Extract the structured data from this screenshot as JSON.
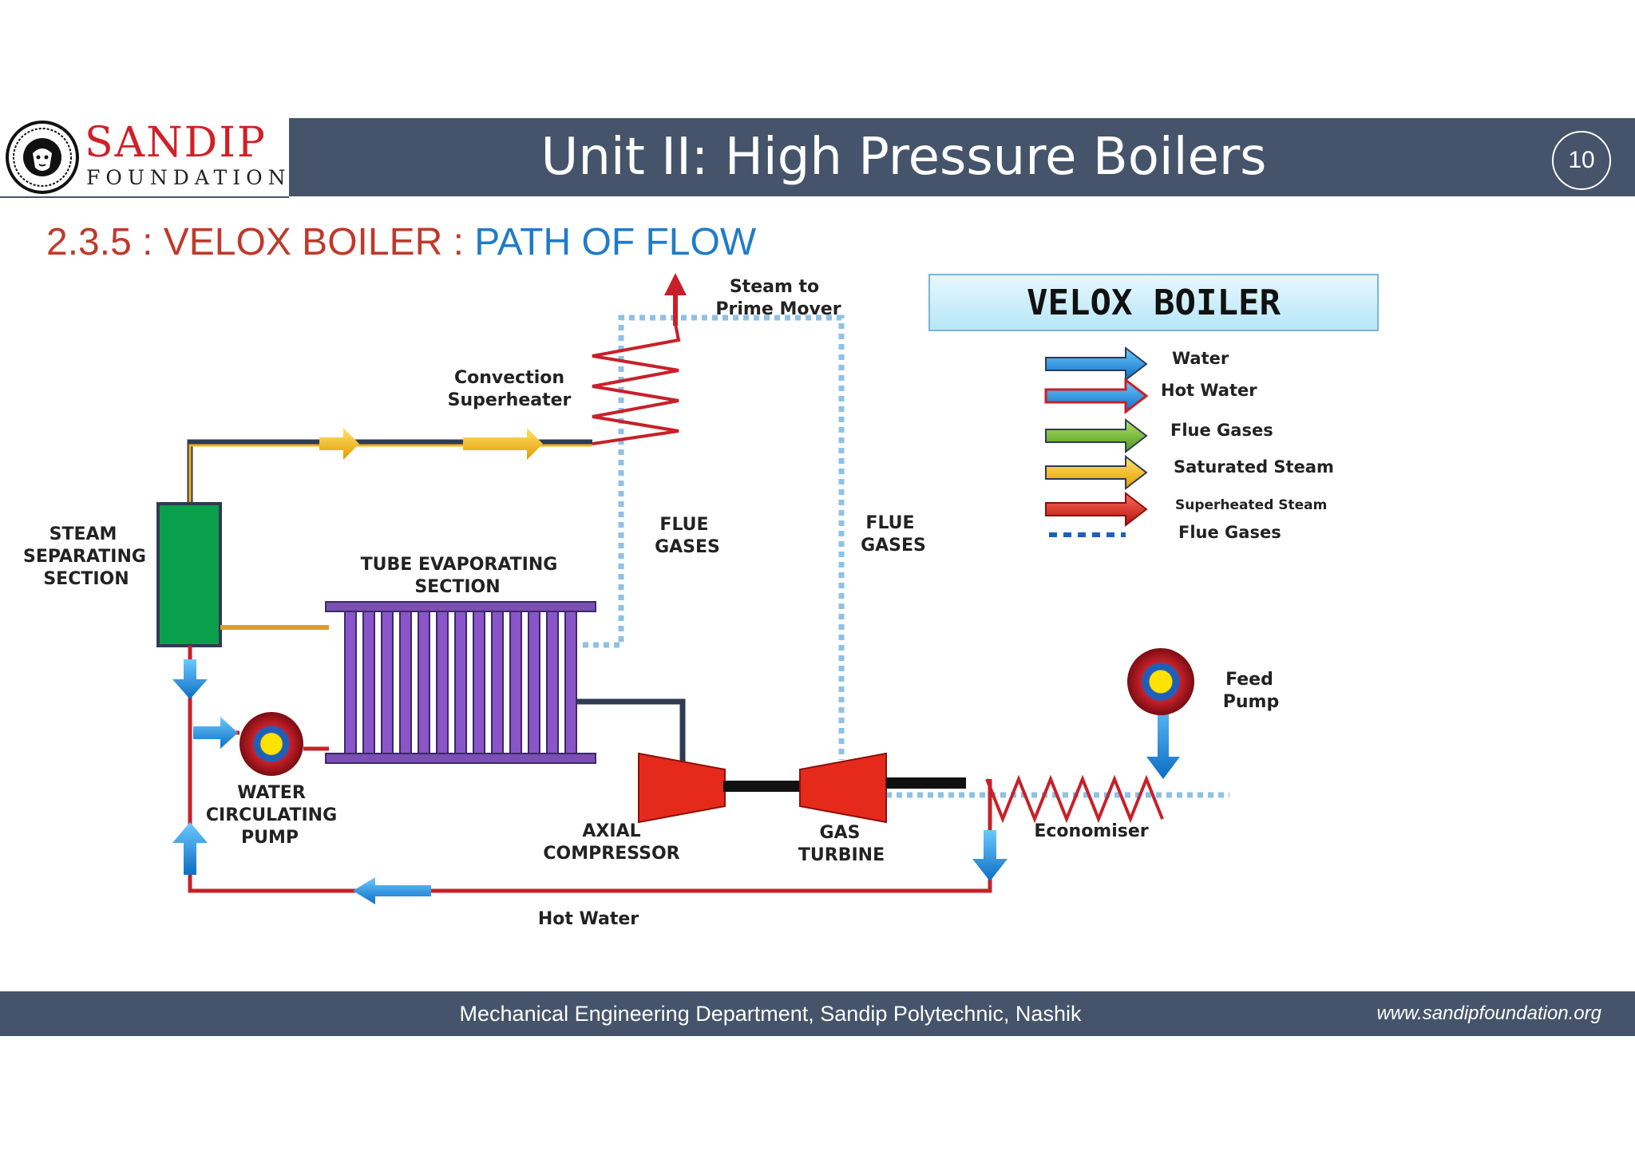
{
  "header": {
    "logo_name": "SANDIP",
    "logo_sub": "FOUNDATION",
    "title": "Unit II: High Pressure Boilers",
    "page_number": "10"
  },
  "section": {
    "heading_part1": "2.3.5 : VELOX BOILER : ",
    "heading_part2": "PATH OF FLOW"
  },
  "diagram": {
    "labels": {
      "steam_to_prime_mover_1": "Steam to",
      "steam_to_prime_mover_2": "Prime Mover",
      "convection_1": "Convection",
      "convection_2": "Superheater",
      "steam_sep_1": "STEAM",
      "steam_sep_2": "SEPARATING",
      "steam_sep_3": "SECTION",
      "tube_evap_1": "TUBE EVAPORATING",
      "tube_evap_2": "SECTION",
      "flue_gases_a_1": "FLUE",
      "flue_gases_a_2": "GASES",
      "flue_gases_b_1": "FLUE",
      "flue_gases_b_2": "GASES",
      "pump_1": "WATER",
      "pump_2": "CIRCULATING",
      "pump_3": "PUMP",
      "axial_1": "AXIAL",
      "axial_2": "COMPRESSOR",
      "gas_1": "GAS",
      "gas_2": "TURBINE",
      "economiser": "Economiser",
      "feed_1": "Feed",
      "feed_2": "Pump",
      "hot_water": "Hot Water"
    },
    "legend": {
      "title": "VELOX BOILER",
      "items": [
        {
          "label": "Water",
          "color": "#1e90e0"
        },
        {
          "label": "Hot Water",
          "color": "#1e90e0"
        },
        {
          "label": "Flue Gases",
          "color": "#7ac143"
        },
        {
          "label": "Saturated Steam",
          "color": "#f6b21b"
        },
        {
          "label": "Superheated Steam",
          "color": "#d7261e"
        },
        {
          "label": "Flue Gases",
          "color": "#8ec1e6"
        }
      ]
    }
  },
  "footer": {
    "text": "Mechanical Engineering Department, Sandip Polytechnic, Nashik",
    "url": "www.sandipfoundation.org"
  }
}
